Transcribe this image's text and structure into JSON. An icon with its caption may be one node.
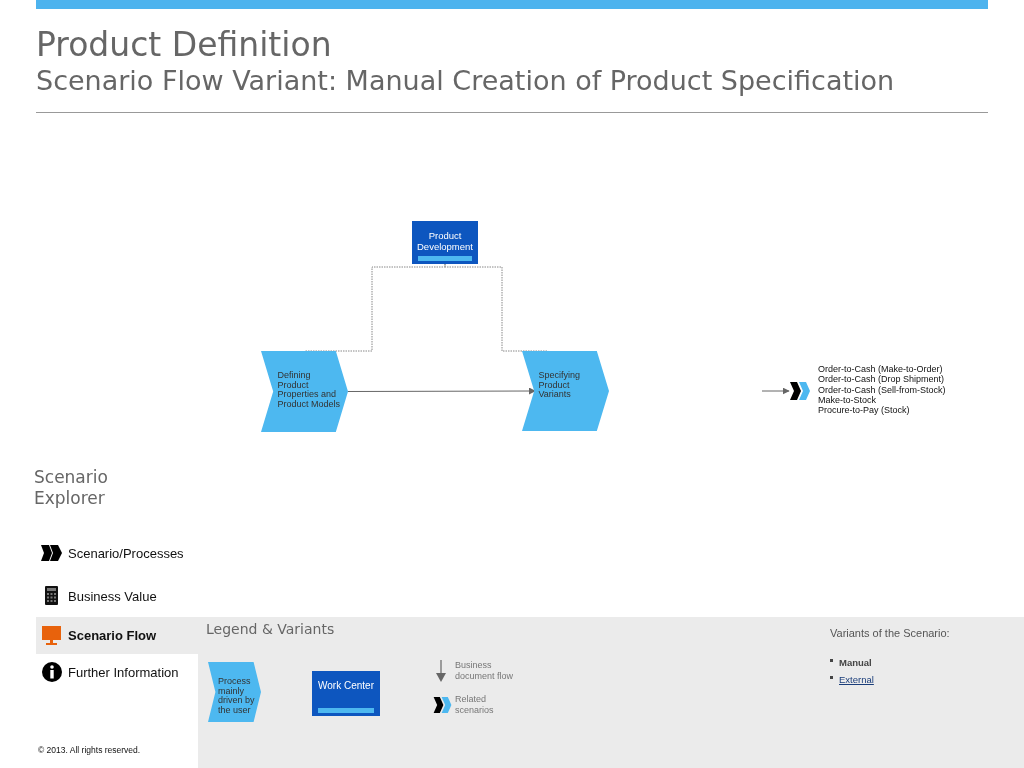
{
  "diagram": {
    "title": "Product Definition",
    "caption": "Scenario Flow Variant: Manual Creation of Product Specification",
    "nodes": [
      {
        "text": [
          "Product Development"
        ]
      },
      {
        "text": [
          "Defining Product Properties and Product Models"
        ]
      },
      {
        "text": [
          "Specifying Product Variants"
        ]
      },
      {
        "text": [
          "Order-to-Cash (Make-to-Order)",
          "Order-to-Cash (Drop Shipment)",
          "Order-to-Cash (Sell-from-Stock)",
          "Make-to-Stock",
          "Procure-to-Pay (Stock)"
        ]
      },
      {
        "text": [
          "Process mainly driven by the user"
        ]
      },
      {
        "text": [
          "Work Center"
        ]
      }
    ],
    "edges": [
      {
        "from": 1,
        "to": 2,
        "arrow": "to"
      },
      {
        "from": 0,
        "to": 1,
        "arrow": "none",
        "style": "dashed"
      },
      {
        "from": 0,
        "to": 2,
        "arrow": "none",
        "style": "dashed"
      },
      {
        "from": null,
        "to": 3,
        "arrow": "to"
      }
    ],
    "labels": [
      "Scenario Explorer",
      "Scenario/Processes",
      "Business Value",
      "Scenario Flow",
      "Further Information",
      "© 2013. All rights reserved.",
      "Legend & Variants",
      "Variants of the Scenario:",
      "Manual",
      "External"
    ],
    "legend": [
      {
        "text": "Business document flow"
      },
      {
        "text": "Related scenarios"
      }
    ]
  }
}
